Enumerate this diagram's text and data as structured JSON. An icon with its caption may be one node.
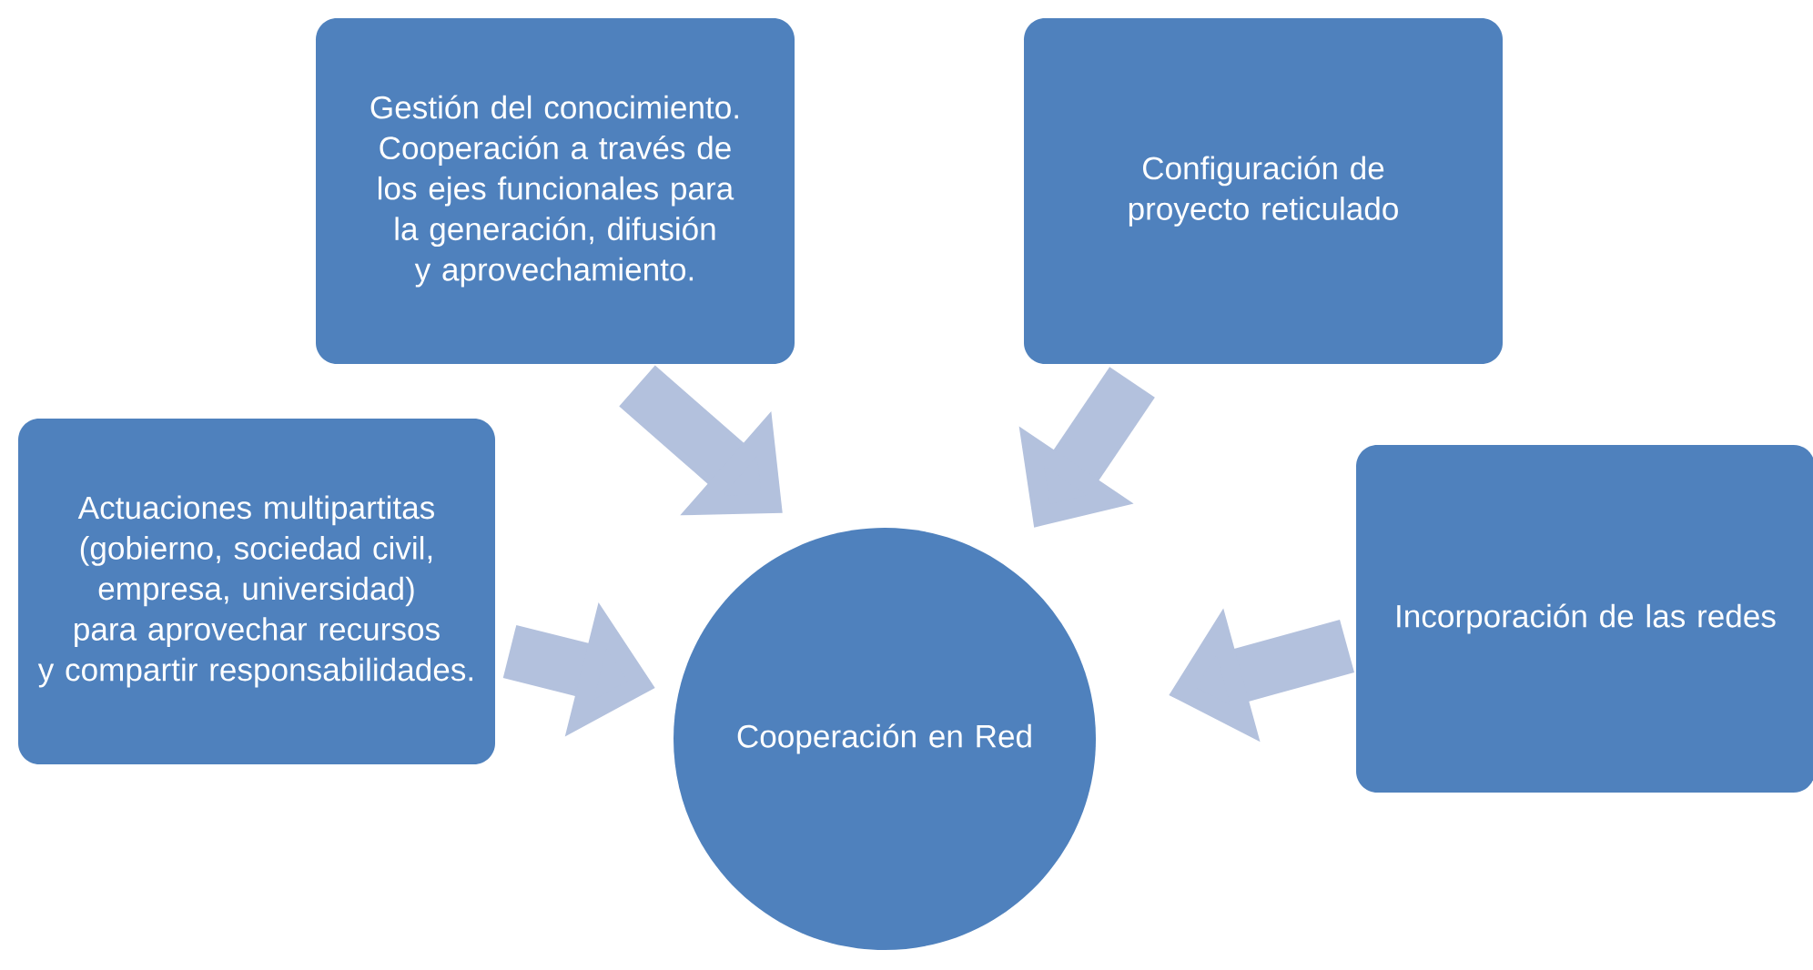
{
  "diagram": {
    "nodes": [
      {
        "text": [
          "Actuaciones multipartitas (gobierno, sociedad civil, empresa, universidad) para aprovechar recursos y compartir responsabilidades."
        ]
      },
      {
        "text": [
          "Gestión del conocimiento. Cooperación a través de los ejes funcionales para la generación, difusión y aprovechamiento."
        ]
      },
      {
        "text": [
          "Configuración de proyecto reticulado"
        ]
      },
      {
        "text": [
          "Incorporación de las redes"
        ]
      },
      {
        "text": [
          "Cooperación en Red"
        ]
      }
    ],
    "edges": [
      {
        "from": 0,
        "to": 4,
        "arrow": "to"
      },
      {
        "from": 1,
        "to": 4,
        "arrow": "to"
      },
      {
        "from": 2,
        "to": 4,
        "arrow": "to"
      },
      {
        "from": 3,
        "to": 4,
        "arrow": "to"
      }
    ]
  }
}
